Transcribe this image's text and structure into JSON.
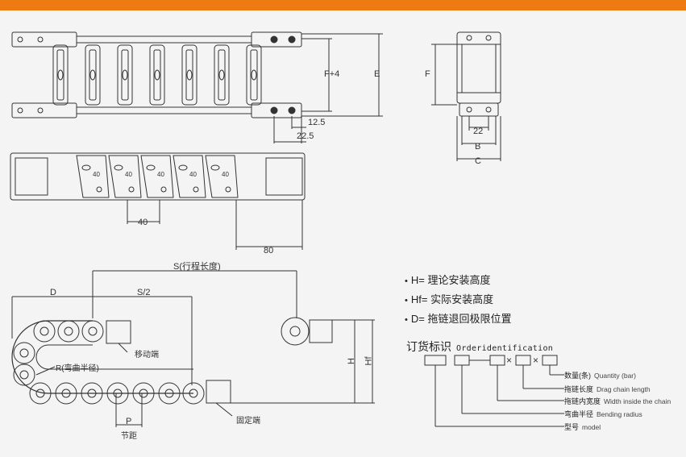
{
  "labels": {
    "dim_f4": "F+4",
    "dim_e": "E",
    "dim_f": "F",
    "dim_12_5": "12.5",
    "dim_22_5": "22.5",
    "dim_22": "22",
    "dim_b": "B",
    "dim_c": "C",
    "dim_40": "40",
    "dim_80": "80",
    "link_mark": "40",
    "s_stroke": "S(行程长度)",
    "d": "D",
    "s_half": "S/2",
    "moving_end": "移动端",
    "radius": "R(弯曲半径)",
    "fixed_end": "固定端",
    "pitch_p": "P",
    "pitch_cn": "节距",
    "h": "H",
    "hf": "Hf"
  },
  "legend": [
    {
      "bullet": "•",
      "text": "H= 理论安装高度"
    },
    {
      "bullet": "•",
      "text": "Hf= 实际安装高度"
    },
    {
      "bullet": "•",
      "text": "D= 拖链退回极限位置"
    }
  ],
  "order": {
    "title_cn": "订货标识",
    "title_en": "Orderidentification",
    "sep1": "×",
    "sep2": "×",
    "captions": [
      {
        "cn": "数量(条)",
        "en": "Quantity (bar)"
      },
      {
        "cn": "拖链长度",
        "en": "Drag chain length"
      },
      {
        "cn": "拖链内宽度",
        "en": "Width inside the chain"
      },
      {
        "cn": "弯曲半径",
        "en": "Bending radius"
      },
      {
        "cn": "型号",
        "en": "model"
      }
    ]
  },
  "colors": {
    "accent_bar": "#ee7a12",
    "line": "#333333"
  }
}
